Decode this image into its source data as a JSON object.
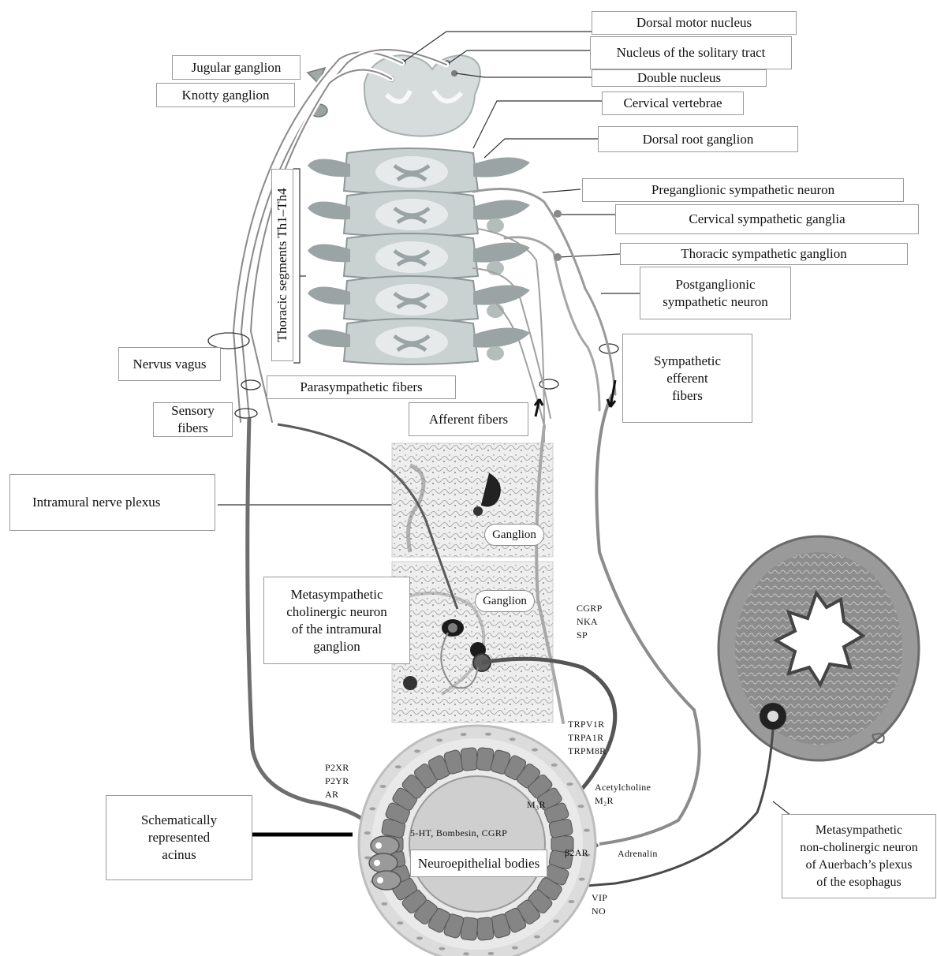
{
  "labels": {
    "dorsal_motor_nucleus": "Dorsal motor nucleus",
    "nucleus_solitary_tract": "Nucleus of the solitary tract",
    "double_nucleus": "Double nucleus",
    "cervical_vertebrae": "Cervical vertebrae",
    "dorsal_root_ganglion": "Dorsal root ganglion",
    "preganglionic_sympathetic_neuron": "Preganglionic sympathetic neuron",
    "cervical_sympathetic_ganglia": "Cervical sympathetic ganglia",
    "thoracic_sympathetic_ganglion": "Thoracic sympathetic ganglion",
    "postganglionic_sympathetic_neuron": "Postganglionic\nsympathetic neuron",
    "jugular_ganglion": "Jugular ganglion",
    "knotty_ganglion": "Knotty ganglion",
    "thoracic_segments": "Thoracic segments Th1–Th4",
    "nervus_vagus": "Nervus vagus",
    "parasympathetic_fibers": "Parasympathetic fibers",
    "sensory_fibers": "Sensory\nfibers",
    "afferent_fibers": "Afferent fibers",
    "sympathetic_efferent_fibers": "Sympathetic\nefferent\nfibers",
    "intramural_nerve_plexus": "Intramural nerve plexus",
    "ganglion_top": "Ganglion",
    "ganglion_bottom": "Ganglion",
    "metasympathetic_cholinergic": "Metasympathetic\ncholinergic neuron\nof the intramural\nganglion",
    "schematically_acinus": "Schematically\nrepresented\nacinus",
    "neuroepithelial_bodies": "Neuroepithelial bodies",
    "metasympathetic_noncholinergic": "Metasympathetic\nnon-cholinergic neuron\nof Auerbach’s plexus\nof the esophagus"
  },
  "mediators": {
    "cgrp_nka_sp": "CGRP\nNKA\nSP",
    "trp_receptors": "TRPV1R\nTRPA1R\nTRPM8R",
    "purinergic": "P2XR\nP2YR\nAR",
    "m3r": "M₃R",
    "acetylcholine": "Acetylcholine\nM₂R",
    "serotonin": "5-HT, Bombesin, CGRP",
    "beta2ar": "β2AR",
    "adrenalin": "Adrenalin",
    "vip_no": "VIP\nNO"
  },
  "colors": {
    "sensory_fiber": "#6e6e6e",
    "para_fiber": "#5a5a5a",
    "symp_fiber": "#8c8c8c",
    "spine_light": "#c9d1d1",
    "spine_dark": "#8e9898",
    "acinus_cell": "#858585",
    "acinus_center": "#dcdcdc"
  }
}
